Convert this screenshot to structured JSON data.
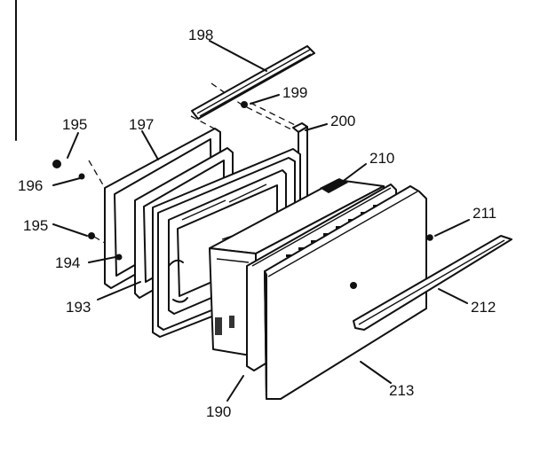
{
  "callouts": [
    {
      "id": "p198",
      "text": "198"
    },
    {
      "id": "p199",
      "text": "199"
    },
    {
      "id": "p200",
      "text": "200"
    },
    {
      "id": "p195a",
      "text": "195"
    },
    {
      "id": "p197",
      "text": "197"
    },
    {
      "id": "p210",
      "text": "210"
    },
    {
      "id": "p196",
      "text": "196"
    },
    {
      "id": "p195b",
      "text": "195"
    },
    {
      "id": "p211",
      "text": "211"
    },
    {
      "id": "p194",
      "text": "194"
    },
    {
      "id": "p193",
      "text": "193"
    },
    {
      "id": "p212",
      "text": "212"
    },
    {
      "id": "p190",
      "text": "190"
    },
    {
      "id": "p213",
      "text": "213"
    }
  ]
}
